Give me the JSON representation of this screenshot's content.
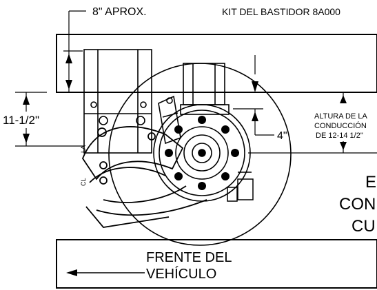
{
  "labels": {
    "kit_title": "KIT DEL BASTIDOR 8A000",
    "dim_top": "8\" APROX.",
    "dim_left": "11-1/2\"",
    "dim_right": "4\"",
    "ride_height_1": "ALTURA DE LA",
    "ride_height_2": "CONDUCCIÓN",
    "ride_height_3": "DE 12-14 1/2\"",
    "front_1": "FRENTE DEL",
    "front_2": "VEHÍCULO",
    "side_text_1": "E",
    "side_text_2": "CON",
    "side_text_3": "CU",
    "axle_mark_1": "LA",
    "axle_mark_2": "CL"
  },
  "colors": {
    "line": "#000000",
    "background": "#ffffff"
  }
}
